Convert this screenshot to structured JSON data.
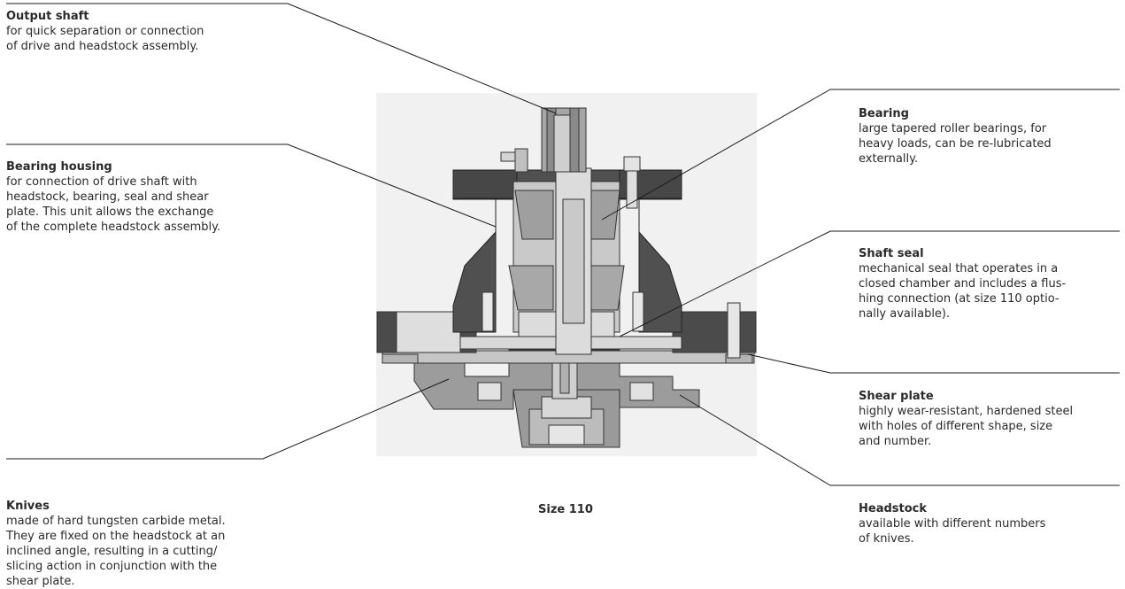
{
  "callouts": {
    "output_shaft": {
      "title": "Output shaft",
      "desc": "for quick separation or connection\nof drive and headstock assembly."
    },
    "bearing_housing": {
      "title": "Bearing housing",
      "desc": "for connection of drive shaft with\nheadstock, bearing, seal and shear\nplate. This unit allows the exchange\nof the complete headstock assembly."
    },
    "knives": {
      "title": "Knives",
      "desc": "made of hard tungsten carbide metal.\nThey are fixed on the headstock at an\ninclined angle, resulting in a cutting/\nslicing action in conjunction with the\nshear plate."
    },
    "bearing": {
      "title": "Bearing",
      "desc": "large tapered roller bearings, for\nheavy loads, can be re-lubricated\nexternally."
    },
    "shaft_seal": {
      "title": "Shaft seal",
      "desc": "mechanical seal that operates in a\nclosed chamber and includes a flus-\nhing connection (at size 110 optio-\nnally available)."
    },
    "shear_plate": {
      "title": "Shear plate",
      "desc": "highly wear-resistant, hardened steel\nwith holes of different shape, size\nand number."
    },
    "headstock": {
      "title": "Headstock",
      "desc": "available with different numbers\nof knives."
    }
  },
  "caption": "Size 110",
  "colors": {
    "dark": "#4a4a4a",
    "mid": "#8c8c8c",
    "light": "#c8c8c8",
    "lighter": "#e0e0e0",
    "bg_panel": "#ececec",
    "line": "#1a1a1a"
  }
}
